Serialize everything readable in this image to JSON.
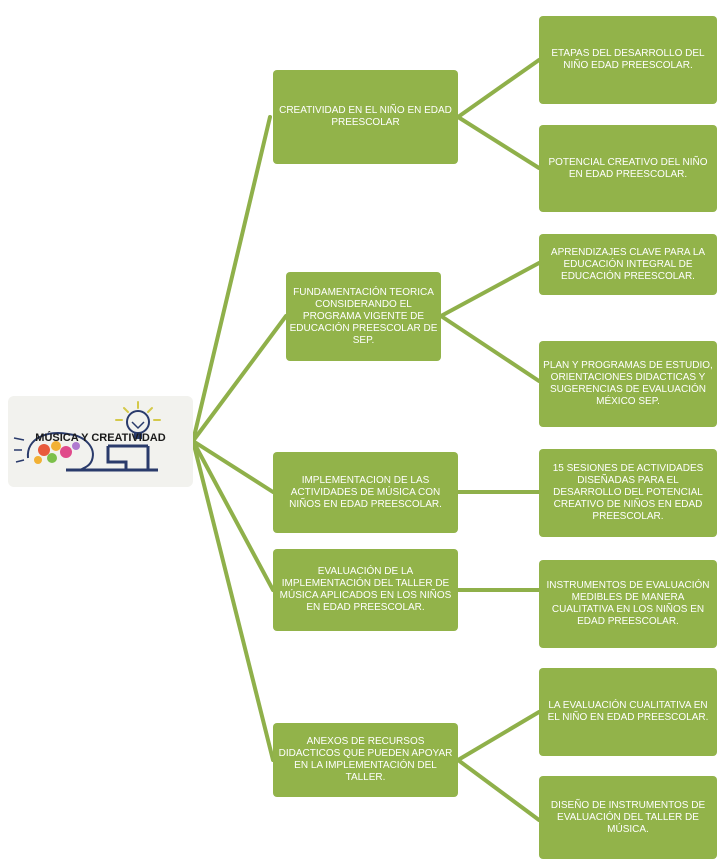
{
  "root": {
    "label": "MÚSICA Y CREATIVIDAD",
    "icon": "lightbulb-brain-icon"
  },
  "colors": {
    "box": "#92b34a",
    "line": "#8fb04a",
    "text": "#ffffff"
  },
  "level1": [
    {
      "label": "CREATIVIDAD EN EL NIÑO EN EDAD PREESCOLAR"
    },
    {
      "label": "FUNDAMENTACIÓN TEORICA CONSIDERANDO EL PROGRAMA VIGENTE DE EDUCACIÓN PREESCOLAR DE SEP."
    },
    {
      "label": "IMPLEMENTACION DE LAS ACTIVIDADES DE MÚSICA CON NIÑOS EN EDAD PREESCOLAR."
    },
    {
      "label": "EVALUACIÓN DE LA IMPLEMENTACIÓN DEL TALLER DE MÚSICA APLICADOS EN LOS NIÑOS EN EDAD PREESCOLAR."
    },
    {
      "label": "ANEXOS DE RECURSOS DIDACTICOS QUE PUEDEN APOYAR EN LA IMPLEMENTACIÓN DEL TALLER."
    }
  ],
  "level2": [
    {
      "label": "ETAPAS DEL DESARROLLO DEL NIÑO EDAD PREESCOLAR."
    },
    {
      "label": "POTENCIAL CREATIVO DEL NIÑO EN EDAD PREESCOLAR."
    },
    {
      "label": "APRENDIZAJES CLAVE PARA LA EDUCACIÓN INTEGRAL DE EDUCACIÓN PREESCOLAR."
    },
    {
      "label": "PLAN Y PROGRAMAS DE ESTUDIO, ORIENTACIONES DIDACTICAS Y SUGERENCIAS DE EVALUACIÓN MÉXICO SEP."
    },
    {
      "label": "15 SESIONES DE ACTIVIDADES DISEÑADAS PARA EL DESARROLLO DEL POTENCIAL CREATIVO DE NIÑOS EN EDAD PREESCOLAR."
    },
    {
      "label": "INSTRUMENTOS DE EVALUACIÓN MEDIBLES DE MANERA CUALITATIVA EN LOS NIÑOS EN EDAD PREESCOLAR."
    },
    {
      "label": "LA EVALUACIÓN CUALITATIVA EN EL NIÑO EN EDAD PREESCOLAR."
    },
    {
      "label": "DISEÑO DE INSTRUMENTOS DE EVALUACIÓN DEL TALLER DE MÚSICA."
    }
  ]
}
